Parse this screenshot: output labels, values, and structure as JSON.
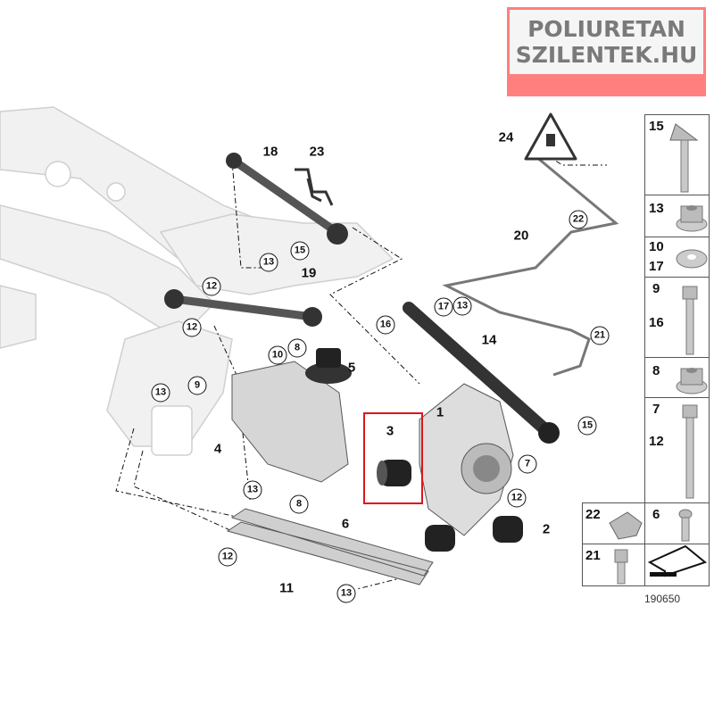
{
  "logo": {
    "line1": "POLIURETAN",
    "line2": "SZILENTEK.HU",
    "color": "#ff7f7f"
  },
  "labels": {
    "l18": "18",
    "l23": "23",
    "l19": "19",
    "l5": "5",
    "l4": "4",
    "l3": "3",
    "l1": "1",
    "l14": "14",
    "l20": "20",
    "l24": "24",
    "l2": "2",
    "l11": "11",
    "l6": "6"
  },
  "callouts": [
    "15",
    "13",
    "12",
    "12",
    "13",
    "9",
    "10",
    "8",
    "16",
    "17",
    "13",
    "22",
    "21",
    "15",
    "7",
    "12",
    "8",
    "13",
    "12",
    "13"
  ],
  "parts_panel": {
    "rows": [
      {
        "numbers": [
          "15"
        ],
        "part": "bolt-with-washer"
      },
      {
        "numbers": [
          "13"
        ],
        "part": "collar-nut"
      },
      {
        "numbers": [
          "10",
          "17"
        ],
        "part": "washer"
      },
      {
        "numbers": [
          "9",
          "16"
        ],
        "part": "hex-bolt"
      },
      {
        "numbers": [
          "8"
        ],
        "part": "collar-nut"
      },
      {
        "numbers": [
          "7",
          "12"
        ],
        "part": "hex-bolt-long"
      },
      {
        "numbers": [
          "22"
        ],
        "part": "cable-clip"
      },
      {
        "numbers": [
          "6"
        ],
        "part": "torx-bolt"
      },
      {
        "numbers": [
          "21"
        ],
        "part": "socket-screw"
      }
    ],
    "caption": "190650"
  },
  "highlight_color": "#e0141c"
}
